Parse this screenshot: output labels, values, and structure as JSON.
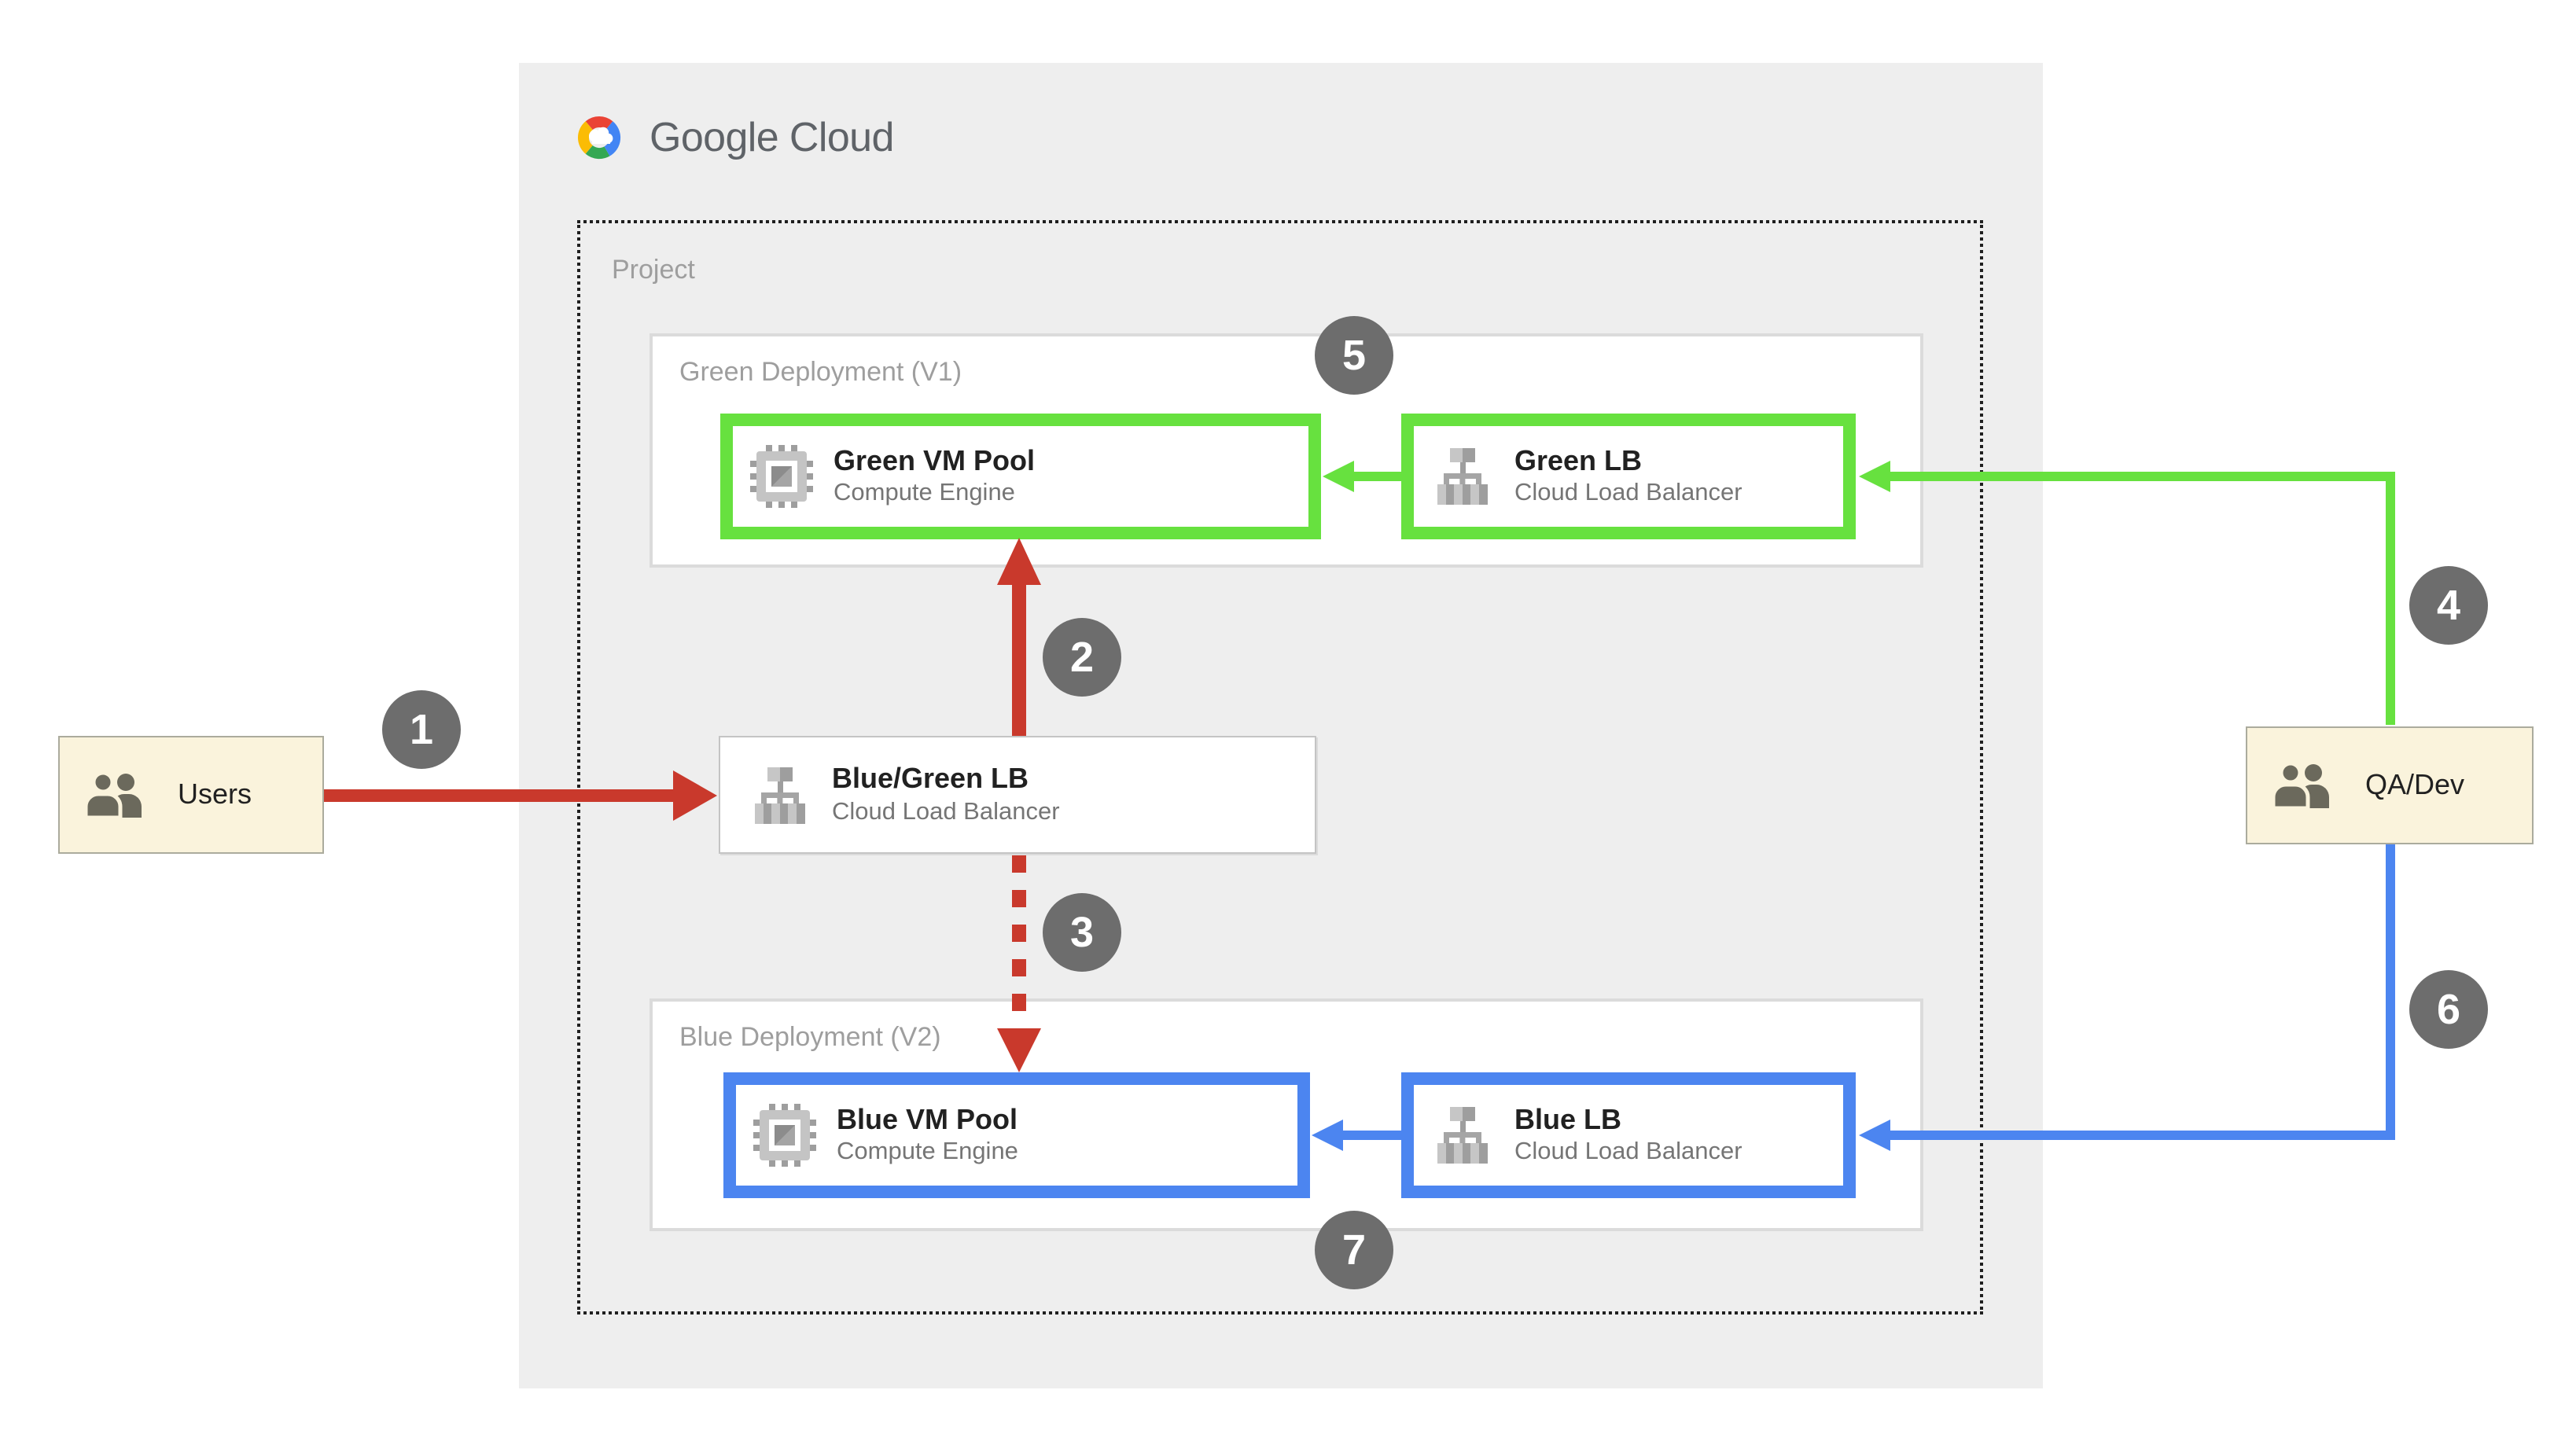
{
  "logo": {
    "text": "Google Cloud"
  },
  "project": {
    "label": "Project"
  },
  "deployments": {
    "green": {
      "label": "Green Deployment (V1)"
    },
    "blue": {
      "label": "Blue Deployment (V2)"
    }
  },
  "nodes": {
    "green_vm": {
      "title": "Green VM Pool",
      "subtitle": "Compute Engine",
      "icon": "compute-engine-icon"
    },
    "green_lb": {
      "title": "Green LB",
      "subtitle": "Cloud Load Balancer",
      "icon": "load-balancer-icon"
    },
    "bluegreen_lb": {
      "title": "Blue/Green LB",
      "subtitle": "Cloud Load Balancer",
      "icon": "load-balancer-icon"
    },
    "blue_vm": {
      "title": "Blue VM Pool",
      "subtitle": "Compute Engine",
      "icon": "compute-engine-icon"
    },
    "blue_lb": {
      "title": "Blue LB",
      "subtitle": "Cloud Load Balancer",
      "icon": "load-balancer-icon"
    }
  },
  "actors": {
    "users": {
      "label": "Users",
      "icon": "users-icon"
    },
    "qadev": {
      "label": "QA/Dev",
      "icon": "users-icon"
    }
  },
  "steps": [
    "1",
    "2",
    "3",
    "4",
    "5",
    "6",
    "7"
  ],
  "colors": {
    "red": "#C9392C",
    "green": "#67E13F",
    "blue": "#4C85F0",
    "badge": "#6D6D6D",
    "badge_text": "#FFFFFF",
    "panel": "#EEEEEE",
    "cream": "#FAF3DC",
    "cream_border": "#ABAB9D",
    "box_border": "#DBDBDB",
    "node_border": "#C4C4C4",
    "label": "#9E9E9E",
    "title": "#212121",
    "subtitle": "#757575",
    "logo_text": "#5F6368",
    "dotted": "#1F1F1F",
    "icon_light": "#C6C6C6",
    "icon_mid": "#A5A5A5",
    "icon_dark": "#9E9E9E",
    "icon_darker": "#8C8C8C",
    "icon_body": "#C4C4C4",
    "person": "#6B695C",
    "g_red": "#EA4335",
    "g_yellow": "#FBBC05",
    "g_green": "#34A853",
    "g_blue": "#4285F4"
  }
}
